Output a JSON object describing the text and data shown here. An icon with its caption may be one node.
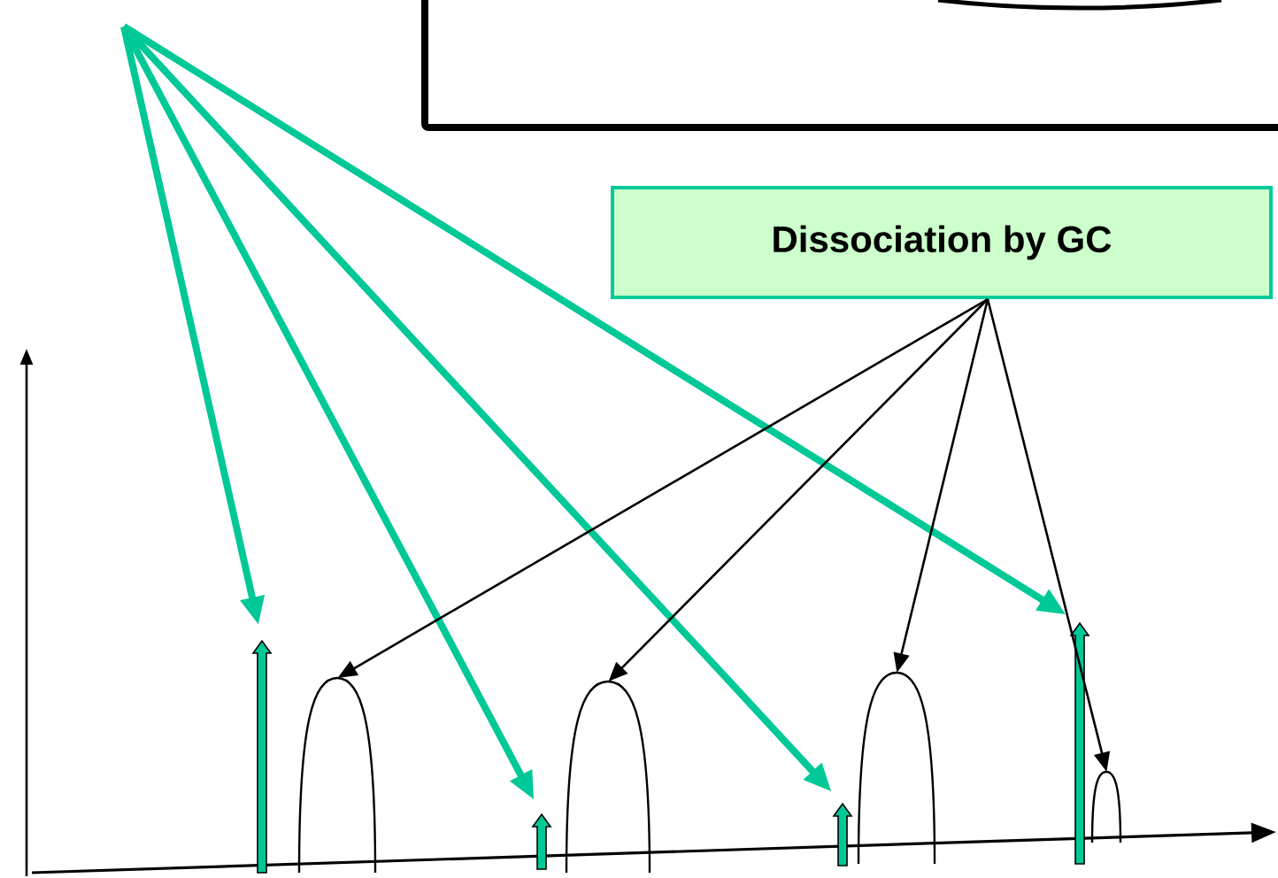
{
  "diagram": {
    "nodes": [
      {
        "text": [],
        "shape": "box"
      },
      {
        "text": [
          "Dissociation by GC"
        ]
      },
      {
        "text": [],
        "shape": "curve"
      },
      {
        "text": [],
        "shape": "curve"
      },
      {
        "text": [],
        "shape": "curve"
      },
      {
        "text": [],
        "shape": "bar"
      },
      {
        "text": [],
        "shape": "bar"
      },
      {
        "text": [],
        "shape": "bar"
      },
      {
        "text": [],
        "shape": "bar"
      },
      {
        "text": [],
        "shape": "curve"
      }
    ],
    "edges": [
      {
        "from": null,
        "to": 5,
        "arrow": "to",
        "style": "thick",
        "color": "#00c896"
      },
      {
        "from": null,
        "to": 6,
        "arrow": "to",
        "style": "thick",
        "color": "#00c896"
      },
      {
        "from": null,
        "to": 7,
        "arrow": "to",
        "style": "thick",
        "color": "#00c896"
      },
      {
        "from": null,
        "to": 8,
        "arrow": "to",
        "style": "thick",
        "color": "#00c896"
      },
      {
        "from": 1,
        "to": 2,
        "arrow": "to",
        "color": "#000000"
      },
      {
        "from": 1,
        "to": 3,
        "arrow": "to",
        "color": "#000000"
      },
      {
        "from": 1,
        "to": 4,
        "arrow": "to",
        "color": "#000000"
      },
      {
        "from": 1,
        "to": 9,
        "arrow": "to",
        "color": "#000000"
      }
    ]
  }
}
